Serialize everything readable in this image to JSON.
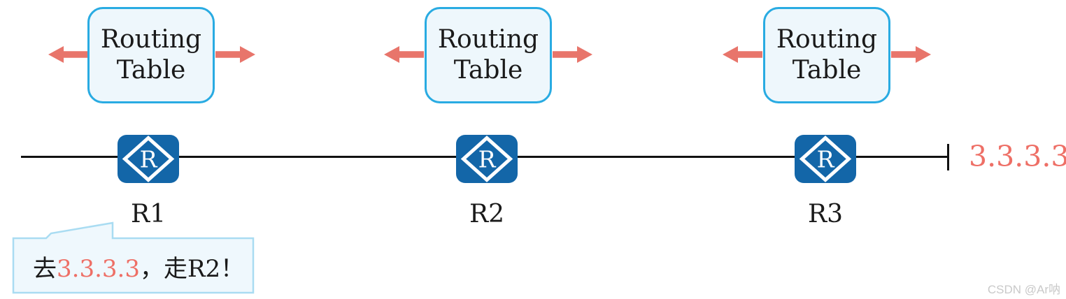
{
  "colors": {
    "box_border": "#29abe2",
    "box_fill": "#eef7fc",
    "arrow": "#e8756b",
    "router_blue": "#1366a8",
    "line_black": "#111111",
    "accent_red": "#ee6f66",
    "bubble_border": "#a9dcf2",
    "bubble_fill": "#eff8fd",
    "watermark_gray": "#c9c9c9",
    "text_black": "#1a1a1a"
  },
  "routing_table": {
    "label": "Routing\nTable"
  },
  "routers": [
    {
      "name": "R1",
      "icon_letter": "R"
    },
    {
      "name": "R2",
      "icon_letter": "R"
    },
    {
      "name": "R3",
      "icon_letter": "R"
    }
  ],
  "link": {
    "destination_label": "3.3.3.3"
  },
  "speech_bubble": {
    "prefix": "去",
    "destination": "3.3.3.3",
    "suffix": "，走R2！"
  },
  "watermark": {
    "text": "CSDN @Ar呐"
  }
}
